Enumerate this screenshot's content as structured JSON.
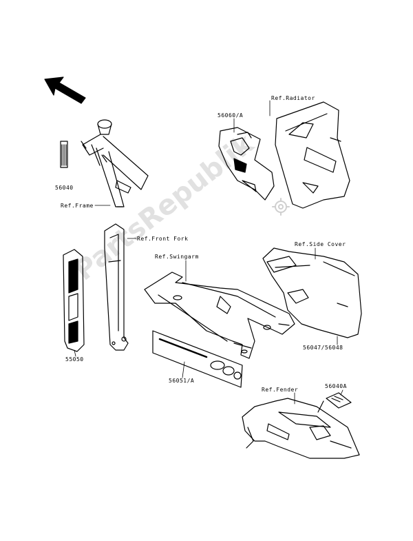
{
  "labels": {
    "ref_radiator": "Ref.Radiator",
    "part_56060a": "56060/A",
    "part_56040d": "56040",
    "ref_frame": "Ref.Frame",
    "ref_front_fork": "Ref.Front Fork",
    "ref_swingarm": "Ref.Swingarm",
    "ref_side_cover": "Ref.Side Cover",
    "part_56047_56048": "56047/56048",
    "part_55050": "55050",
    "part_56051a": "56051/A",
    "ref_fender": "Ref.Fender",
    "part_56040a": "56040A"
  },
  "watermark": "PartsRepublik",
  "colors": {
    "ink": "#000000",
    "watermark": "#d8d8d8",
    "background": "#ffffff"
  },
  "icons": {
    "direction": "arrow-up-left-icon",
    "watermark_gear": "gear-icon"
  }
}
